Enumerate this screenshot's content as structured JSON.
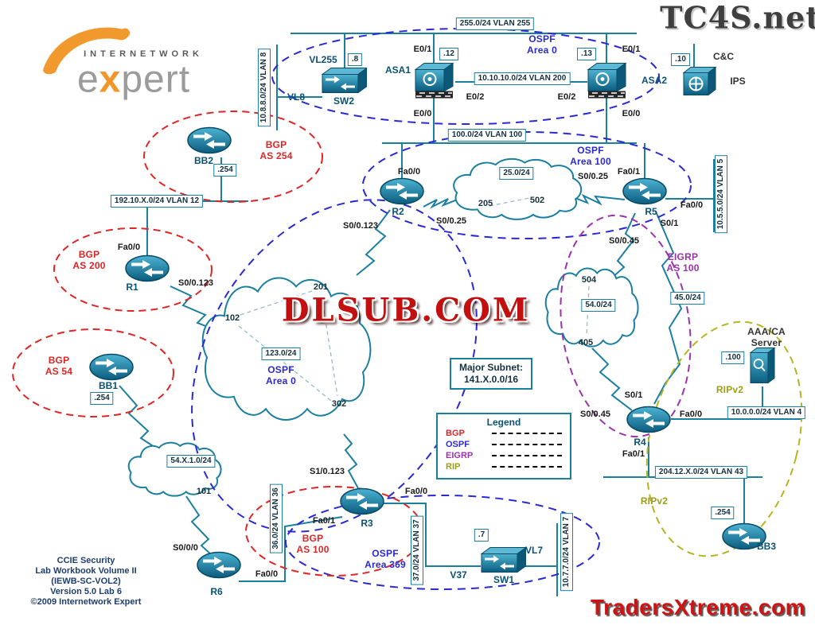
{
  "branding": {
    "tc4s": "TC4S.net",
    "tradersxtreme": "TradersXtreme.com",
    "logo_top": "INTERNETWORK",
    "logo_e": "e",
    "logo_x": "x",
    "logo_pert": "pert"
  },
  "watermark": "DLSUB.COM",
  "major_subnet": {
    "title": "Major Subnet:",
    "value": "141.X.0.0/16"
  },
  "legend": {
    "title": "Legend",
    "items": [
      {
        "label": "BGP",
        "color": "#e02525"
      },
      {
        "label": "OSPF",
        "color": "#2929d6"
      },
      {
        "label": "EIGRP",
        "color": "#9a33aa"
      },
      {
        "label": "RIP",
        "color": "#b5b520"
      }
    ]
  },
  "devices": {
    "sw1": "SW1",
    "sw2": "SW2",
    "asa1": "ASA1",
    "asa2": "ASA2",
    "ips": "IPS",
    "cc": "C&C",
    "r1": "R1",
    "r2": "R2",
    "r3": "R3",
    "r4": "R4",
    "r5": "R5",
    "r6": "R6",
    "bb1": "BB1",
    "bb2": "BB2",
    "bb3": "BB3",
    "server_line1": "AAA/CA",
    "server_line2": "Server"
  },
  "subnets": {
    "vlan255": "255.0/24 VLAN 255",
    "vlan200": "10.10.10.0/24 VLAN 200",
    "vlan100": "100.0/24 VLAN 100",
    "vlan8": "10.8.8.0/24 VLAN 8",
    "vlan5": "10.5.5.0/24 VLAN 5",
    "vlan12": "192.10.X.0/24 VLAN 12",
    "vlan4": "10.0.0.0/24 VLAN 4",
    "vlan43": "204.12.X.0/24 VLAN 43",
    "vlan36": "36.0/24 VLAN 36",
    "vlan37": "37.0/24 VLAN 37",
    "vlan7": "10.7.7.0/24 VLAN 7",
    "net25": "25.0/24",
    "net123": "123.0/24",
    "net45": "45.0/24",
    "net54": "54.0/24",
    "net54x": "54.X.1.0/24"
  },
  "hosts": {
    "dot8": ".8",
    "dot10": ".10",
    "dot12": ".12",
    "dot13": ".13",
    "dot7": ".7",
    "dot100": ".100",
    "bb1_254": ".254",
    "bb2_254": ".254",
    "bb3_254": ".254"
  },
  "circuits": {
    "c101": "101",
    "c102": "102",
    "c201": "201",
    "c205": "205",
    "c302": "302",
    "c405": "405",
    "c502": "502",
    "c504": "504"
  },
  "interfaces": {
    "asa1_e01": "E0/1",
    "asa1_e02": "E0/2",
    "asa1_e00": "E0/0",
    "asa2_e01": "E0/1",
    "asa2_e02": "E0/2",
    "asa2_e00": "E0/0",
    "sw2_vl255": "VL255",
    "sw2_vl8": "VL8",
    "r2_fa00": "Fa0/0",
    "r2_s0025": "S0/0.25",
    "r2_s00123": "S0/0.123",
    "r5_fa01": "Fa0/1",
    "r5_fa00": "Fa0/0",
    "r5_s01": "S0/1",
    "r5_s0025": "S0/0.25",
    "r5_s0045": "S0/0.45",
    "r1_fa00": "Fa0/0",
    "r1_s00123": "S0/0.123",
    "r3_s10123": "S1/0.123",
    "r3_fa00": "Fa0/0",
    "r3_fa01": "Fa0/1",
    "r4_s01": "S0/1",
    "r4_s0045": "S0/0.45",
    "r4_fa00": "Fa0/0",
    "r4_fa01": "Fa0/1",
    "r6_s000": "S0/0/0",
    "r6_fa00": "Fa0/0",
    "sw1_v37": "V37",
    "sw1_vl7": "VL7"
  },
  "protocols": {
    "ospf_top": [
      "OSPF",
      "Area 0"
    ],
    "ospf_100": [
      "OSPF",
      "Area 100"
    ],
    "ospf_cloud": [
      "OSPF",
      "Area 0"
    ],
    "ospf_369": [
      "OSPF",
      "Area 369"
    ],
    "bgp_254": [
      "BGP",
      "AS 254"
    ],
    "bgp_200": [
      "BGP",
      "AS 200"
    ],
    "bgp_54": [
      "BGP",
      "AS 54"
    ],
    "bgp_100": [
      "BGP",
      "AS 100"
    ],
    "eigrp_100": [
      "EIGRP",
      "AS 100"
    ],
    "rip_a": "RIPv2",
    "rip_b": "RIPv2"
  },
  "footer": [
    "CCIE Security",
    "Lab Workbook Volume II",
    "(IEWB-SC-VOL2)",
    "Version 5.0 Lab 6",
    "©2009 Internetwork Expert"
  ],
  "colors": {
    "link": "#1b7fa0",
    "bgp": "#e02525",
    "ospf": "#2929d6",
    "eigrp": "#9a33aa",
    "rip": "#b5b520"
  }
}
